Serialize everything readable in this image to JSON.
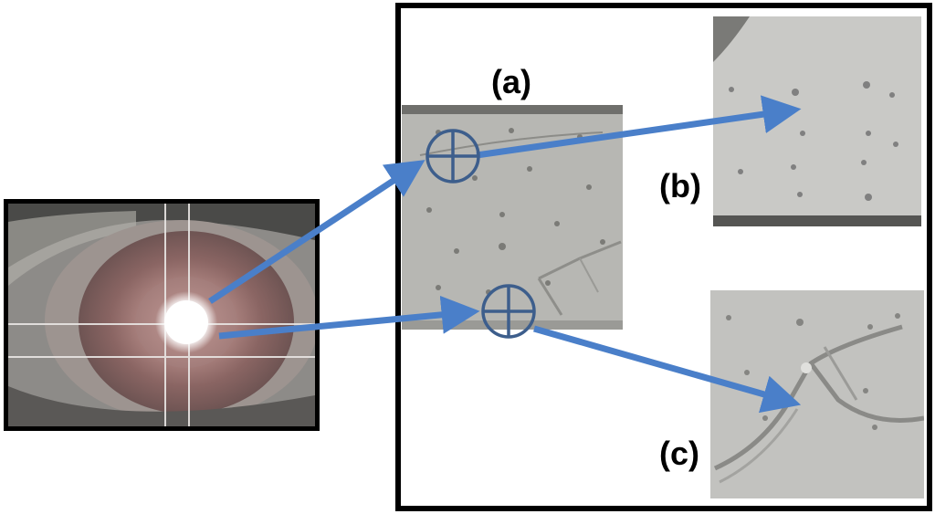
{
  "labels": {
    "a": "(a)",
    "b": "(b)",
    "c": "(c)"
  },
  "colors": {
    "arrow": "#4a7fc9",
    "crosshair": "#3d5e8c",
    "frame": "#000000",
    "specimen_grey": "#b9b9b6"
  },
  "icons": {
    "crosshair_upper": "crosshair-target-icon",
    "crosshair_lower": "crosshair-target-icon"
  }
}
